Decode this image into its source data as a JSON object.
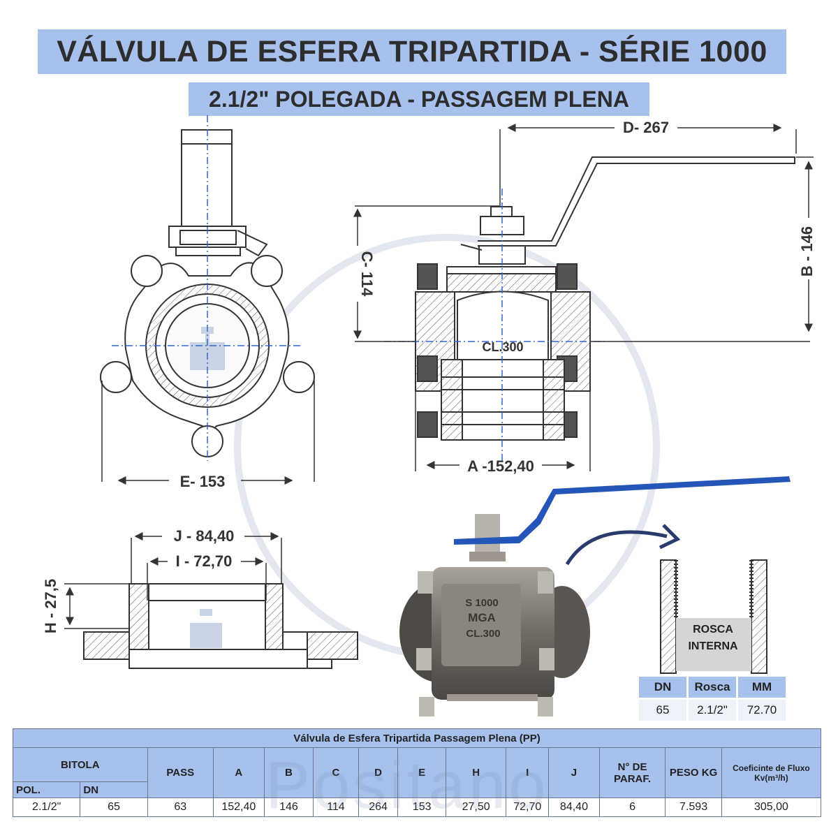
{
  "header": {
    "title": "VÁLVULA DE ESFERA TRIPARTIDA - SÉRIE 1000",
    "subtitle": "2.1/2\" POLEGADA - PASSAGEM PLENA"
  },
  "dimensions": {
    "e": "E- 153",
    "c": "C- 114",
    "d": "D- 267",
    "b": "B - 146",
    "a": "A -152,40",
    "j": "J - 84,40",
    "i": "I - 72,70",
    "h": "H - 27,5",
    "body_marking": "CL.300"
  },
  "photo_markings": {
    "line1": "S 1000",
    "line2": "MGA",
    "line3": "CL.300"
  },
  "thread_detail": {
    "label_line1": "ROSCA",
    "label_line2": "INTERNA",
    "table": {
      "headers": [
        "DN",
        "Rosca",
        "MM"
      ],
      "values": [
        "65",
        "2.1/2\"",
        "72.70"
      ]
    }
  },
  "spec_table": {
    "caption": "Válvula de Esfera Tripartida Passagem Plena (PP)",
    "bitola": "BITOLA",
    "pol": "POL.",
    "dn": "DN",
    "columns": [
      "PASS",
      "A",
      "B",
      "C",
      "D",
      "E",
      "H",
      "I",
      "J",
      "N° DE PARAF.",
      "PESO KG",
      "Coeficinte de Fluxo Kv(m³/h)"
    ],
    "row": {
      "pol": "2.1/2\"",
      "dn": "65",
      "pass": "63",
      "a": "152,40",
      "b": "146",
      "c": "114",
      "d": "264",
      "e": "153",
      "h": "27,50",
      "i": "72,70",
      "j": "84,40",
      "paraf": "6",
      "peso": "7.593",
      "kv": "305,00"
    }
  },
  "watermark": "Positano",
  "colors": {
    "accent": "#a7c1ec",
    "centerline": "#3366cc",
    "handle_blue": "#2356b8"
  }
}
